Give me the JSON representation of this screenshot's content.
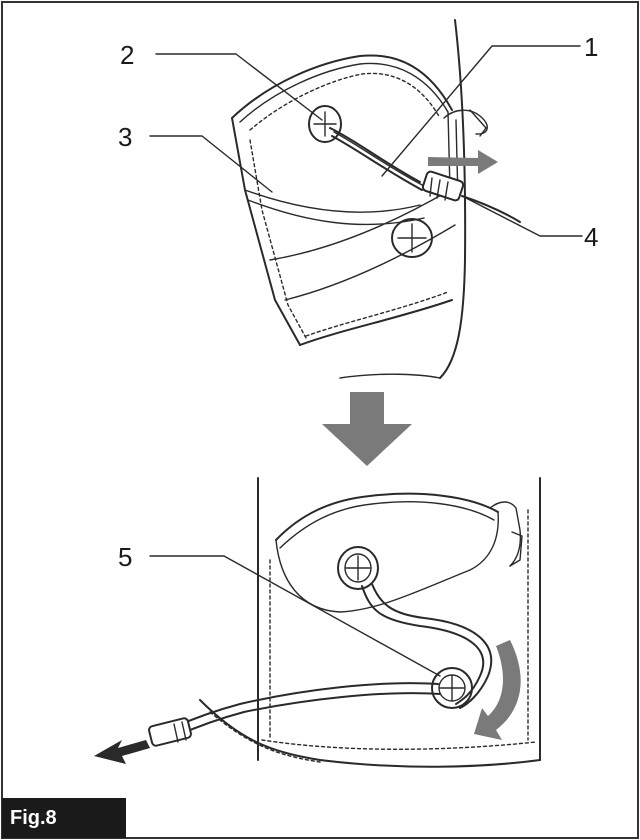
{
  "callouts": {
    "c1": "1",
    "c2": "2",
    "c3": "3",
    "c4": "4",
    "c5": "5"
  },
  "figure_label": "Fig.8",
  "colors": {
    "arrow_gray": "#7a7a7a",
    "label_bg": "#1a1a1a",
    "border": "#333333"
  }
}
